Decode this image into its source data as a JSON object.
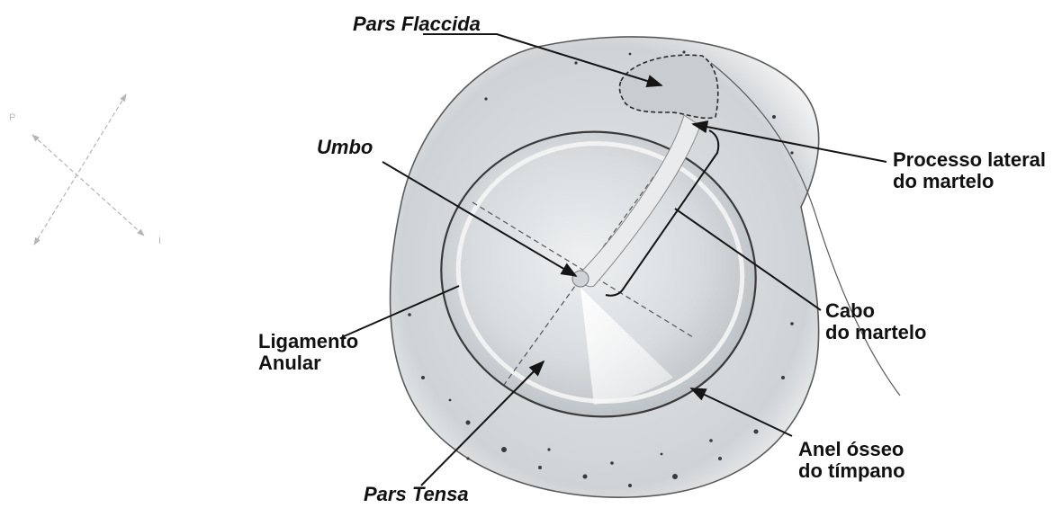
{
  "labels": {
    "pars_flaccida": "Pars Flaccida",
    "umbo": "Umbo",
    "processo_line1": "Processo lateral",
    "processo_line2": "do martelo",
    "ligamento_line1": "Ligamento",
    "ligamento_line2": "Anular",
    "cabo_line1": "Cabo",
    "cabo_line2": "do martelo",
    "anel_line1": "Anel ósseo",
    "anel_line2": "do tímpano",
    "pars_tensa": "Pars Tensa"
  },
  "orientation_marks": {
    "left": "P",
    "right": "I"
  },
  "colors": {
    "text": "#111111",
    "leader": "#151515",
    "membrane": "#d9dde0",
    "outline": "#3a3a3a",
    "compass": "#b5b5b5"
  }
}
